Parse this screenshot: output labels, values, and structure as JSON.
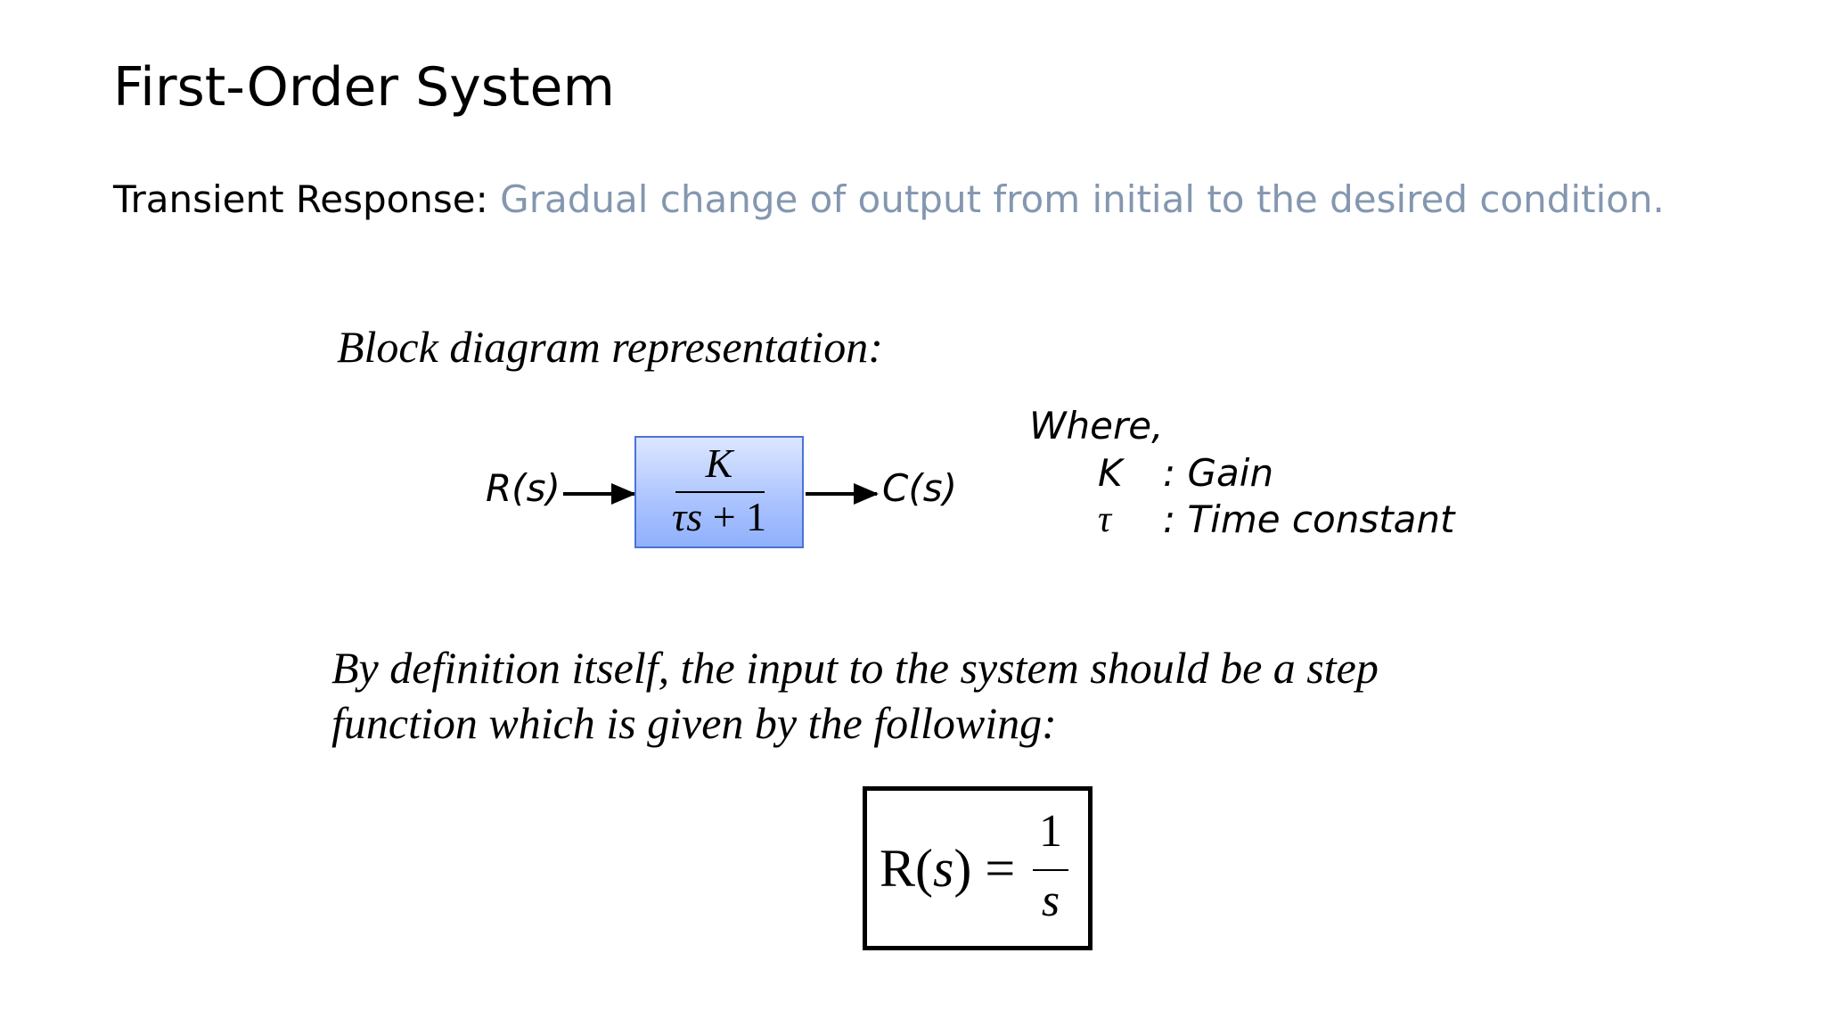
{
  "slide": {
    "title": "First-Order System",
    "subtitle_label": "Transient Response:",
    "subtitle_desc": "Gradual change of output from initial to the desired condition."
  },
  "block_diagram": {
    "heading": "Block diagram representation:",
    "input_label": "R(s)",
    "output_label": "C(s)",
    "tf_numerator": "K",
    "tf_denominator_var": "τs",
    "tf_denominator_rest": " + 1",
    "block_color": "#aac3ff"
  },
  "legend": {
    "where": "Where,",
    "params": [
      {
        "symbol": "K",
        "desc": ": Gain"
      },
      {
        "symbol": "τ",
        "desc": ": Time constant"
      }
    ]
  },
  "paragraph": "By definition itself, the input to the system should be a step function which is given by the following:",
  "formula": {
    "lhs_prefix": "R(",
    "lhs_var": "s",
    "lhs_suffix": ") =",
    "numerator": "1",
    "denominator": "s"
  }
}
